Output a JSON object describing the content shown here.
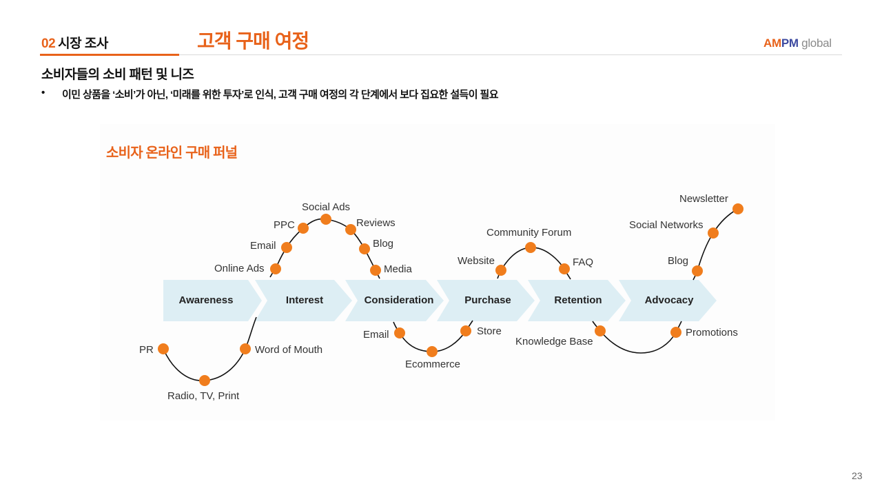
{
  "header": {
    "section_number": "02",
    "section_title": "시장 조사",
    "page_title": "고객 구매 여정",
    "logo": {
      "am": "AM",
      "pm": "PM",
      "global": " global"
    }
  },
  "content": {
    "subheading": "소비자들의 소비 패턴 및 니즈",
    "bullets": [
      "이민 상품을 ‘소비’가 아닌, ‘미래를 위한 투자’로 인식, 고객 구매 여정의 각 단계에서 보다 집요한 설득이 필요"
    ],
    "funnel_title": "소비자 온라인 구매 퍼널"
  },
  "diagram": {
    "stages": [
      "Awareness",
      "Interest",
      "Consideration",
      "Purchase",
      "Retention",
      "Advocacy"
    ],
    "touchpoints": [
      "PR",
      "Radio, TV, Print",
      "Word of Mouth",
      "Online Ads",
      "Email",
      "PPC",
      "Social Ads",
      "Reviews",
      "Blog",
      "Media",
      "Email",
      "Ecommerce",
      "Store",
      "Website",
      "Community Forum",
      "FAQ",
      "Knowledge Base",
      "Promotions",
      "Blog",
      "Social Networks",
      "Newsletter"
    ],
    "colors": {
      "arrow": "#ddeef4",
      "dot": "#f07d1d",
      "line": "#111111",
      "accent": "#e8621a"
    }
  },
  "footer": {
    "page_number": "23"
  }
}
